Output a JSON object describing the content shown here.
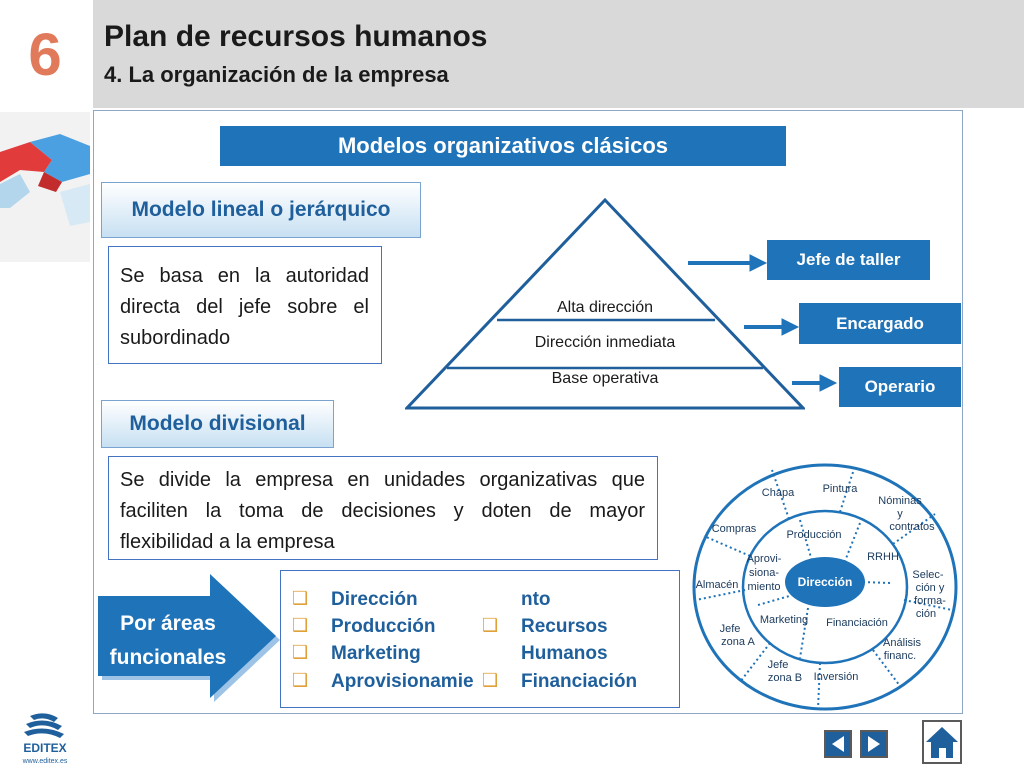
{
  "header": {
    "chapter_number": "6",
    "title": "Plan de recursos humanos",
    "subtitle": "4. La organización de la empresa"
  },
  "main_heading": "Modelos organizativos clásicos",
  "lineal": {
    "title": "Modelo lineal o jerárquico",
    "description": "Se basa en la autoridad directa del jefe sobre el subordinado"
  },
  "pyramid": {
    "levels": [
      "Alta dirección",
      "Dirección inmediata",
      "Base operativa"
    ],
    "roles": [
      "Jefe de taller",
      "Encargado",
      "Operario"
    ]
  },
  "divisional": {
    "title": "Modelo divisional",
    "description": "Se divide la empresa en unidades organizativas que faciliten la toma de decisiones y doten de mayor flexibilidad a la empresa"
  },
  "functional": {
    "label_line1": "Por áreas",
    "label_line2": "funcionales",
    "col1": [
      "Dirección",
      "Producción",
      "Marketing",
      "Aprovisionamie"
    ],
    "col2": [
      "nto",
      "Recursos",
      "Humanos",
      "Financiación"
    ]
  },
  "circle": {
    "center": "Dirección",
    "inner": [
      "Producción",
      "RRHH",
      "Financiación",
      "Marketing"
    ],
    "inner_multiline": [
      "Aprovi-",
      "siona-",
      "miento"
    ],
    "outer": [
      "Chapa",
      "Pintura",
      "Compras",
      "Almacén",
      "Inversión",
      "Jefe zona A",
      "Jefe zona B"
    ],
    "outer_multiline": {
      "nominas": [
        "Nóminas",
        "y",
        "contratos"
      ],
      "seleccion": [
        "Selec-",
        "ción y",
        "forma-",
        "ción"
      ],
      "analisis": [
        "Análisis",
        "financ."
      ],
      "jefe_a": [
        "Jefe",
        "zona A"
      ],
      "jefe_b": [
        "Jefe",
        "zona B"
      ]
    }
  },
  "footer": {
    "logo_text": "EDITEX",
    "logo_url": "www.editex.es"
  },
  "colors": {
    "accent_blue": "#1f73b8",
    "chapter_orange": "#e17a5b",
    "header_gray": "#d9d9d9",
    "model_text": "#1f5f9c"
  }
}
